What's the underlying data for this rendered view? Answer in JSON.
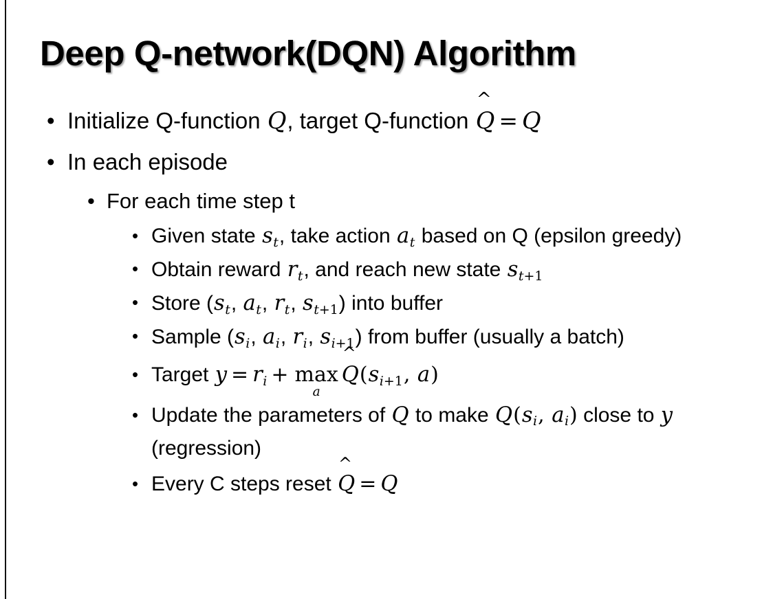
{
  "slide": {
    "title": "Deep Q-network(DQN) Algorithm",
    "background_color": "#ffffff",
    "text_color": "#000000",
    "left_rule_color": "#111111"
  },
  "bullets": {
    "l1_initialize": {
      "prefix": "Initialize Q-function ",
      "var_q1": "Q",
      "mid": ", target Q-function ",
      "var_qhat": "Q",
      "hat": "^",
      "equals": "=",
      "var_q2": "Q"
    },
    "l1_episode": {
      "text": "In each episode"
    },
    "l2_timestep": {
      "text": "For each time step t"
    },
    "l3_given": {
      "p1": "Given state ",
      "s": "s",
      "s_sub": "t",
      "p2": ", take action ",
      "a": "a",
      "a_sub": "t",
      "p3": " based on Q (epsilon greedy)"
    },
    "l3_obtain": {
      "p1": "Obtain reward ",
      "r": "r",
      "r_sub": "t",
      "p2": ", and reach new state ",
      "s": "s",
      "s_sub_var": "t",
      "s_sub_plus": "+1"
    },
    "l3_store": {
      "p1": "Store (",
      "s": "s",
      "s_sub": "t",
      "c1": ", ",
      "a": "a",
      "a_sub": "t",
      "c2": ", ",
      "r": "r",
      "r_sub": "t",
      "c3": ", ",
      "s2": "s",
      "s2_sub_var": "t",
      "s2_sub_plus": "+1",
      "p2": ") into buffer"
    },
    "l3_sample": {
      "p1": "Sample (",
      "s": "s",
      "s_sub": "i",
      "c1": ", ",
      "a": "a",
      "a_sub": "i",
      "c2": ", ",
      "r": "r",
      "r_sub": "i",
      "c3": ", ",
      "s2": "s",
      "s2_sub_var": "i",
      "s2_sub_plus": "+1",
      "p2": ") from buffer (usually a batch)"
    },
    "l3_target": {
      "p1": "Target ",
      "y": "y",
      "eq": "=",
      "r": "r",
      "r_sub": "i",
      "plus": "+",
      "max": "max",
      "max_lim": "a",
      "qhat": "Q",
      "hat": "^",
      "open": "(",
      "s": "s",
      "s_sub_var": "i",
      "s_sub_plus": "+1",
      "comma": ", ",
      "a": "a",
      "close": ")"
    },
    "l3_update": {
      "p1": "Update the parameters of ",
      "q1": "Q",
      "p2": " to make ",
      "q2": "Q",
      "open": "(",
      "s": "s",
      "s_sub": "i",
      "comma": ", ",
      "a": "a",
      "a_sub": "i",
      "close": ")",
      "p3": " close to ",
      "y": "y",
      "p4": " (regression)"
    },
    "l3_reset": {
      "p1": "Every C steps reset ",
      "qhat": "Q",
      "hat": "^",
      "eq": "=",
      "q": "Q"
    }
  }
}
